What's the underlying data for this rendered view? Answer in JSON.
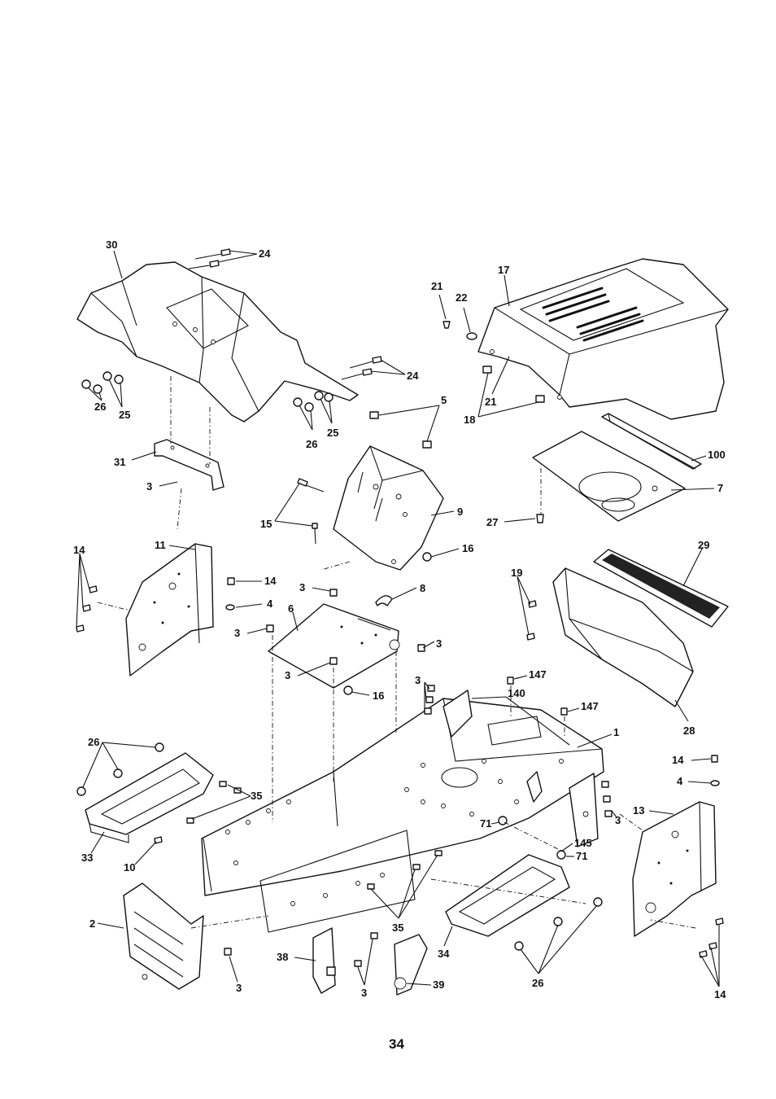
{
  "page_number": "34",
  "callouts": [
    "30",
    "24",
    "24",
    "26",
    "25",
    "26",
    "25",
    "31",
    "3",
    "21",
    "22",
    "17",
    "21",
    "18",
    "5",
    "100",
    "7",
    "27",
    "15",
    "9",
    "16",
    "11",
    "14",
    "14",
    "4",
    "3",
    "8",
    "3",
    "6",
    "3",
    "3",
    "16",
    "29",
    "19",
    "28",
    "3",
    "147",
    "140",
    "147",
    "1",
    "26",
    "35",
    "33",
    "10",
    "71",
    "145",
    "71",
    "3",
    "14",
    "4",
    "13",
    "2",
    "3",
    "35",
    "38",
    "3",
    "39",
    "34",
    "26",
    "14"
  ]
}
